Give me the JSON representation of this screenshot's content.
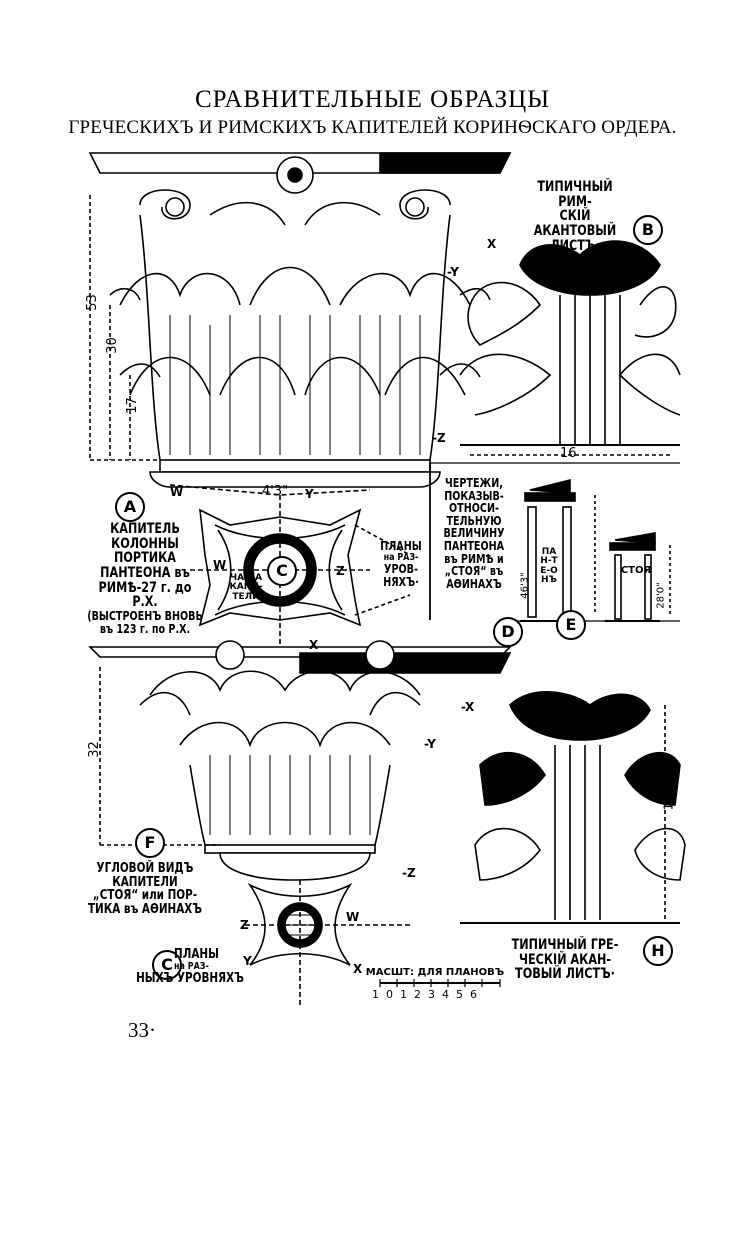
{
  "title": {
    "line1": "СРАВНИТЕЛЬНЫЕ ОБРАЗЦЫ",
    "line2": "ГРЕЧЕСКИХЪ И РИМСКИХЪ КАПИТЕЛЕЙ КОРИНѲСКАГО ОРДЕРА."
  },
  "labels": {
    "b_text_1": "ТИПИЧНЫЙ РИМ-",
    "b_text_2": "СКІЙ АКАНТОВЫЙ",
    "b_text_3": "ЛИСТЪ·",
    "a_text_1": "КАПИТЕЛЬ",
    "a_text_2": "КОЛОННЫ",
    "a_text_3": "ПОРТИКА",
    "a_text_4": "ПАНТЕОНА въ",
    "a_text_5": "РИМѢ-27 г. до Р.Х.",
    "a_text_6": "(ВЫСТРОЕНЪ ВНОВЬ",
    "a_text_7": "въ 123 г. по Р.Х.",
    "c_top_1": "ПЛАНЫ",
    "c_top_2": "на РАЗ-",
    "c_top_3": "УРОВ-",
    "c_top_4": "НЯХЪ·",
    "chasha_1": "ЧАША",
    "chasha_2": "КАПИ-",
    "chasha_3": "ТЕЛИ",
    "d_text_1": "ЧЕРТЕЖИ,",
    "d_text_2": "ПОКАЗЫВ-",
    "d_text_3": "ОТНОСИ-",
    "d_text_4": "ТЕЛЬНУЮ",
    "d_text_5": "ВЕЛИЧИНУ",
    "d_text_6": "ПАНТЕОНА",
    "d_text_7": "въ РИМѢ и",
    "d_text_8": "„СТОЯ“ въ",
    "d_text_9": "АѲИНАХЪ",
    "panteon": "ПАН-ТЕ-ОНЪ",
    "stoya": "СТОЯ",
    "f_text_1": "УГЛОВОЙ ВИДЪ",
    "f_text_2": "КАПИТЕЛИ",
    "f_text_3": "„СТОЯ“ или ПОР-",
    "f_text_4": "ТИКА въ АѲИНАХЪ",
    "c_bot_1": "ПЛАНЫ",
    "c_bot_2": "на РАЗ-",
    "c_bot_3": "НЫХЪ УРОВНЯХЪ",
    "h_text_1": "ТИПИЧНЫЙ ГРЕ-",
    "h_text_2": "ЧЕСКІЙ АКАН-",
    "h_text_3": "ТОВЫЙ ЛИСТЪ·",
    "scale_title": "МАСШТ: ДЛЯ ПЛАНОВЪ",
    "scale_numbers": "1  0  1  2  3  4  5  6"
  },
  "markers": {
    "A": "A",
    "B": "B",
    "C1": "C",
    "C2": "C",
    "D": "D",
    "E": "E",
    "F": "F",
    "H": "H"
  },
  "dimensions": {
    "d53": "53",
    "d30": "30",
    "d17": "17",
    "d43": "4'3\"",
    "d16": "16",
    "d463": "46'3\"",
    "d280": "28'0\"",
    "d32": "32",
    "d114": "11¼"
  },
  "axes": {
    "X": "X",
    "Y": "Y",
    "Z": "Z",
    "W": "W",
    "mX": "-X",
    "mY": "-Y",
    "mZ": "-Z"
  },
  "page_number": "33·"
}
